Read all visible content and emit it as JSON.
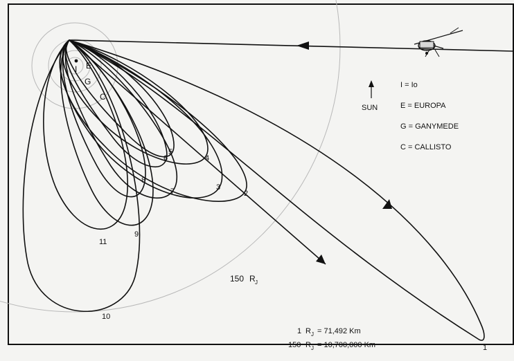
{
  "moons": {
    "io": "I",
    "europa": "E",
    "ganymede": "G",
    "callisto": "C"
  },
  "sun_label": "SUN",
  "legend": [
    "I = Io",
    "E = EUROPA",
    "G = GANYMEDE",
    "C = CALLISTO"
  ],
  "orbit_numbers": [
    "1",
    "2",
    "3",
    "4",
    "5",
    "6",
    "7",
    "8",
    "9",
    "10",
    "11"
  ],
  "radius_label": {
    "value": "150",
    "unit_main": "R",
    "unit_sub": "J"
  },
  "scale": {
    "line1_prefix": "1",
    "line1_suffix": "= 71,492  Km",
    "line2_prefix": "150",
    "line2_suffix": "=  10,700,000  Km",
    "unit_main": "R",
    "unit_sub": "J"
  },
  "colors": {
    "ink": "#111111",
    "rings": "#b8b8b8",
    "background": "#f4f4f2"
  }
}
